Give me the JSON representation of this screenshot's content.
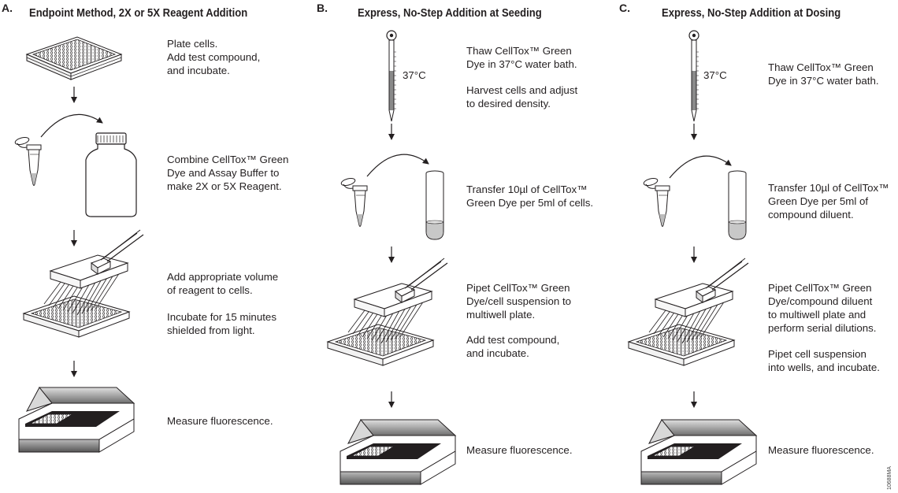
{
  "panel_a": {
    "letter": "A.",
    "title": "Endpoint Method, 2X or 5X Reagent Addition",
    "steps": [
      "Plate cells.\nAdd test compound,\nand incubate.",
      "Combine CellTox™ Green\nDye and Assay Buffer to\nmake 2X or 5X Reagent.",
      "Add appropriate volume\nof reagent to cells.",
      "Incubate for 15 minutes\nshielded from light.",
      "Measure fluorescence."
    ]
  },
  "panel_b": {
    "letter": "B.",
    "title": "Express, No-Step Addition at Seeding",
    "temp_label": "37°C",
    "steps": [
      "Thaw CellTox™ Green\nDye in 37°C water bath.",
      "Harvest cells and adjust\nto desired density.",
      "Transfer 10µl of CellTox™\nGreen Dye per 5ml of cells.",
      "Pipet CellTox™ Green\nDye/cell suspension to\nmultiwell plate.",
      "Add test compound,\nand incubate.",
      "Measure fluorescence."
    ]
  },
  "panel_c": {
    "letter": "C.",
    "title": "Express, No-Step Addition at Dosing",
    "temp_label": "37°C",
    "steps": [
      "Thaw CellTox™ Green\nDye in 37°C water bath.",
      "Transfer 10µl of CellTox™\nGreen Dye per 5ml of\ncompound diluent.",
      "Pipet CellTox™ Green\nDye/compound diluent\nto multiwell plate and\nperform serial dilutions.",
      "Pipet cell suspension\ninto wells, and incubate.",
      "Measure fluorescence."
    ]
  },
  "figure_code": "10688MA",
  "icons": [
    "multiwell-plate-icon",
    "microtube-icon",
    "bottle-icon",
    "thermometer-icon",
    "test-tube-icon",
    "multichannel-pipette-icon",
    "plate-reader-icon",
    "down-arrow-icon"
  ]
}
